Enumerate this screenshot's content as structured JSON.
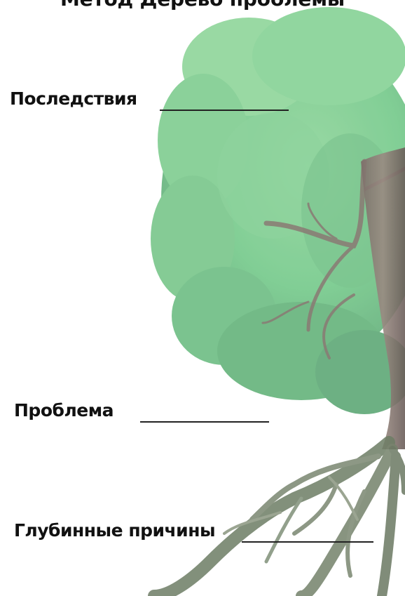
{
  "title": "Метод Дерево проблемы",
  "fields": {
    "consequences": {
      "label": "Последствия"
    },
    "problem": {
      "label": "Проблема"
    },
    "root_causes": {
      "label": "Глубинные причины"
    }
  },
  "colors": {
    "foliage_light": "#9ddfa3",
    "foliage_mid": "#74c98a",
    "foliage_dark": "#5fa876",
    "trunk": "#8f7f78",
    "roots": "#6f7c66",
    "text": "#111111"
  }
}
